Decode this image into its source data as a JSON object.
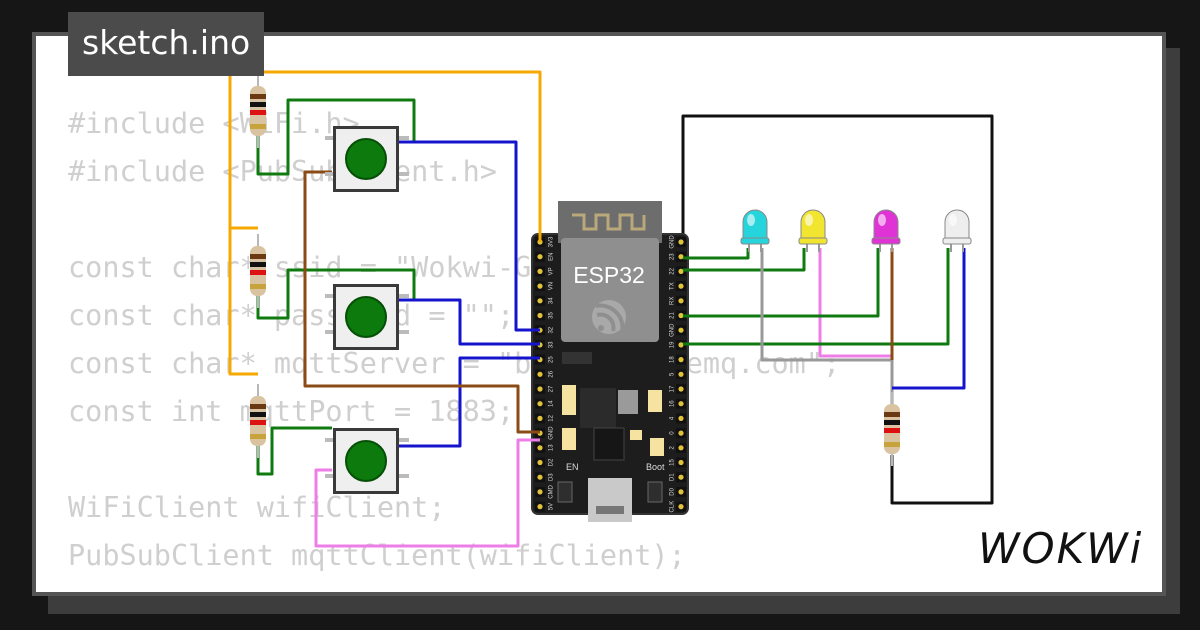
{
  "tab": {
    "filename": "sketch.ino"
  },
  "code_lines": [
    "#include <WiFi.h>",
    "#include <PubSubClient.h>",
    "",
    "const char* ssid = \"Wokwi-GUEST\";",
    "const char* password = \"\";",
    "const char* mqttServer = \"broker.hivemq.com\";",
    "const int mqttPort = 1883;",
    "",
    "WiFiClient wifiClient;",
    "PubSubClient mqttClient(wifiClient);"
  ],
  "board": {
    "name": "ESP32",
    "en_label": "EN",
    "boot_label": "Boot",
    "left_pins": [
      "3V3",
      "EN",
      "VP",
      "VN",
      "34",
      "35",
      "32",
      "33",
      "25",
      "26",
      "27",
      "14",
      "12",
      "GND",
      "13",
      "D2",
      "D3",
      "CMD",
      "5V"
    ],
    "right_pins": [
      "GND",
      "23",
      "22",
      "TX",
      "RX",
      "21",
      "GND",
      "19",
      "18",
      "5",
      "17",
      "16",
      "4",
      "0",
      "2",
      "15",
      "D1",
      "D0",
      "CLK"
    ]
  },
  "leds": [
    {
      "name": "cyan led",
      "color": "#26d4dc"
    },
    {
      "name": "yellow led",
      "color": "#f2e530"
    },
    {
      "name": "magenta led",
      "color": "#e033d6"
    },
    {
      "name": "white led",
      "color": "#eeeeee"
    }
  ],
  "wire_colors": {
    "green": "#0f7a0f",
    "blue": "#1414cc",
    "orange": "#f5a800",
    "brown": "#8a4b16",
    "pink": "#ef7de8",
    "gray": "#999999",
    "black": "#111111"
  },
  "logo": {
    "text": "WOKWi"
  }
}
